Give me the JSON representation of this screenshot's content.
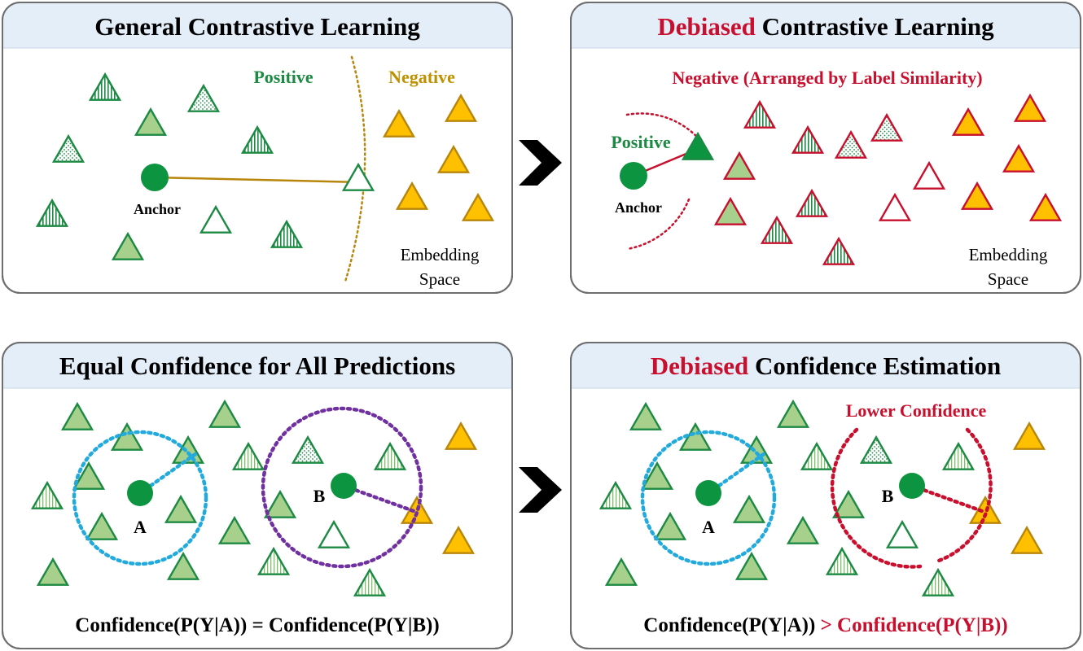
{
  "colors": {
    "green_dark": "#1c8a43",
    "green_fill": "#a8d08d",
    "green_solid": "#0d9440",
    "gold": "#ffc000",
    "gold_text": "#bf9000",
    "gold_line": "#b8860b",
    "red": "#c8102e",
    "blue": "#22aadd",
    "purple": "#7030a0",
    "panel_header": "#e4eef9",
    "panel_border": "#6e6e6e"
  },
  "panels": [
    {
      "title": "General Contrastive Learning",
      "positive_label": "Positive",
      "negative_label": "Negative",
      "anchor_label": "Anchor",
      "space_label_line1": "Embedding",
      "space_label_line2": "Space"
    },
    {
      "title_highlight": "Debiased",
      "title_rest": " Contrastive Learning",
      "negative_label": "Negative (Arranged by Label Similarity)",
      "positive_label": "Positive",
      "anchor_label": "Anchor",
      "space_label_line1": "Embedding",
      "space_label_line2": "Space"
    },
    {
      "title": "Equal Confidence for All Predictions",
      "point_a": "A",
      "point_b": "B",
      "formula": "Confidence(P(Y|A)) = Confidence(P(Y|B))"
    },
    {
      "title_highlight": "Debiased",
      "title_rest": " Confidence Estimation",
      "lower_label": "Lower Confidence",
      "point_a": "A",
      "point_b": "B",
      "formula_left": "Confidence(P(Y|A))",
      "formula_right": " > Confidence(P(Y|B))"
    }
  ],
  "arrow_icon": "chevron-right-icon"
}
